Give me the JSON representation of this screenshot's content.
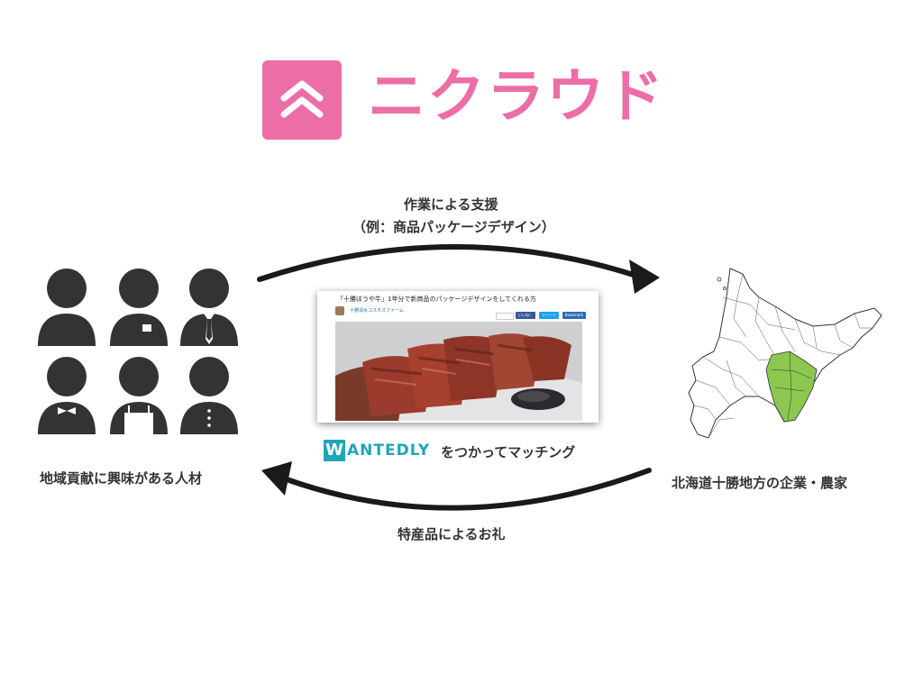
{
  "logo": {
    "brand_name": "ニクラウド",
    "brand_color": "#ed6ea7",
    "mark_icon": "double-chevron-up-icon"
  },
  "diagram": {
    "top_arrow_caption_line1": "作業による支援",
    "top_arrow_caption_line2": "（例：商品パッケージデザイン）",
    "bottom_arrow_caption": "特産品によるお礼",
    "people_caption": "地域貢献に興味がある人材",
    "region_caption": "北海道十勝地方の企業・農家",
    "people_icons": [
      "person-icon",
      "person-apron-icon",
      "person-tie-icon",
      "person-bowtie-icon",
      "person-apron-icon",
      "person-buttons-icon"
    ],
    "region_highlight_color": "#8cc74f"
  },
  "job_card": {
    "title": "「十勝ぼうや牛」1年分で新商品のパッケージデザインをしてくれる方",
    "company": "十勝清水コスモスファーム",
    "share_buttons": [
      "いいね！",
      "ツイート",
      "Bookmark"
    ]
  },
  "matching": {
    "logo_letter": "W",
    "service_name": "ANTEDLY",
    "tagline": "をつかってマッチング",
    "accent_color": "#21a5b8"
  }
}
